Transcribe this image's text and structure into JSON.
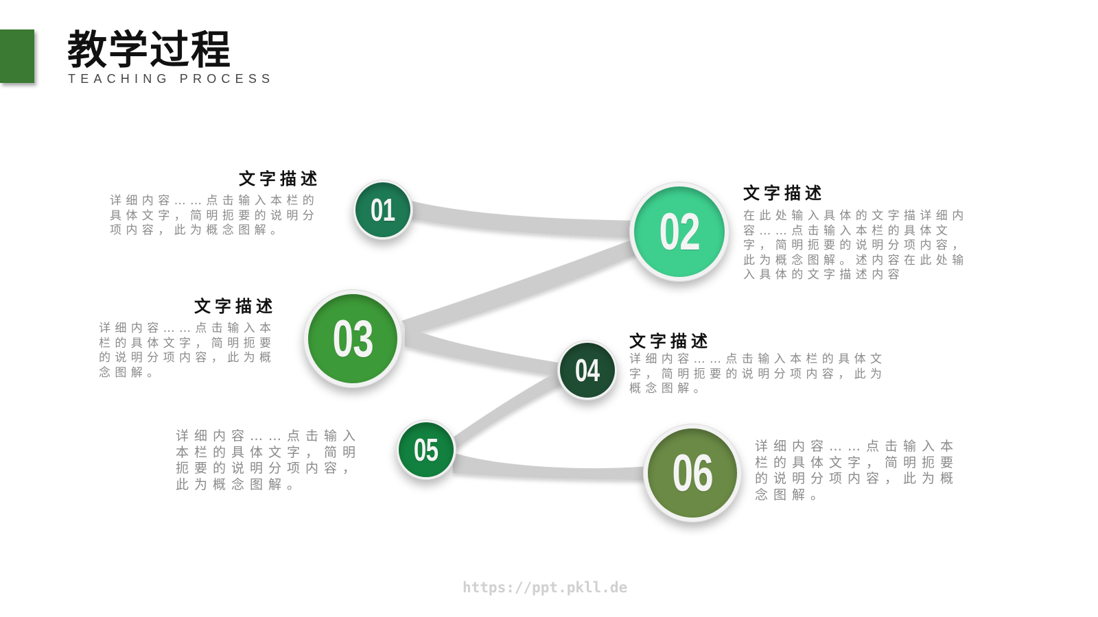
{
  "header": {
    "title": "教学过程",
    "subtitle": "TEACHING PROCESS",
    "accent_color": "#3a7a32"
  },
  "nodes": [
    {
      "number": "01",
      "color": "#1e7a55",
      "heading": "文字描述",
      "text": "详细内容……点击输入本栏的具体文字，简明扼要的说明分项内容，此为概念图解。"
    },
    {
      "number": "02",
      "color": "#3ecf8e",
      "heading": "文字描述",
      "text": "在此处输入具体的文字描详细内容……点击输入本栏的具体文字，简明扼要的说明分项内容，此为概念图解。述内容在此处输入具体的文字描述内容"
    },
    {
      "number": "03",
      "color": "#3d9a38",
      "heading": "文字描述",
      "text": "详细内容……点击输入本栏的具体文字，简明扼要的说明分项内容，此为概念图解。"
    },
    {
      "number": "04",
      "color": "#1f4d33",
      "heading": "文字描述",
      "text": "详细内容……点击输入本栏的具体文字，简明扼要的说明分项内容，此为概念图解。"
    },
    {
      "number": "05",
      "color": "#12803e",
      "heading": "",
      "text": "详细内容……点击输入本栏的具体文字，简明扼要的说明分项内容，此为概念图解。"
    },
    {
      "number": "06",
      "color": "#6a8a45",
      "heading": "",
      "text": "详细内容……点击输入本栏的具体文字，简明扼要的说明分项内容，此为概念图解。"
    }
  ],
  "footer": {
    "watermark": "https://ppt.pkll.de"
  }
}
